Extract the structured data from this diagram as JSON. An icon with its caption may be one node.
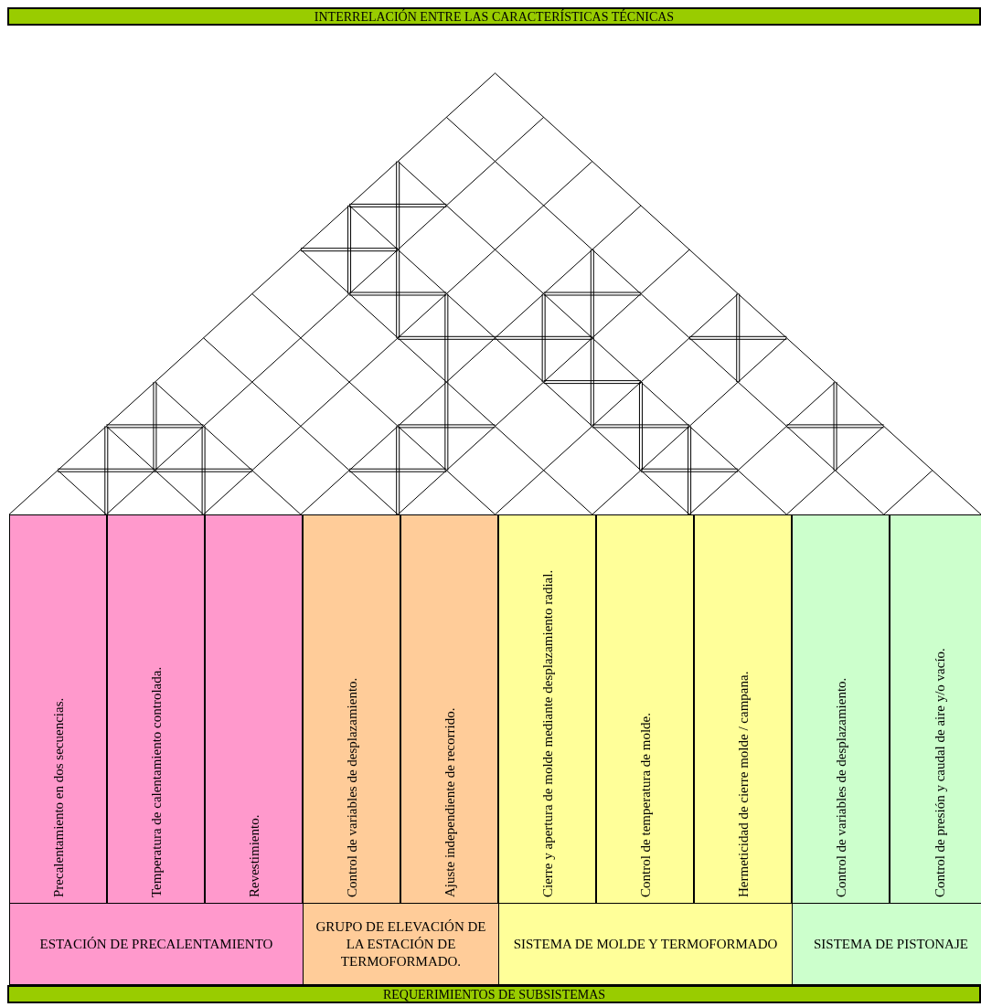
{
  "diagram": {
    "title": "INTERRELACIÓN ENTRE LAS CARACTERÍSTICAS TÉCNICAS",
    "caption": "REQUERIMIENTOS DE SUBSISTEMAS",
    "nodes": [
      {
        "text": [
          "Precalentamiento en dos secuencias."
        ]
      },
      {
        "text": [
          "Temperatura de calentamiento controlada."
        ]
      },
      {
        "text": [
          "Revestimiento."
        ]
      },
      {
        "text": [
          "Control de variables de desplazamiento."
        ]
      },
      {
        "text": [
          "Ajuste independiente de recorrido."
        ]
      },
      {
        "text": [
          "Cierre y apertura de molde mediante desplazamiento radial."
        ]
      },
      {
        "text": [
          "Control de temperatura de molde."
        ]
      },
      {
        "text": [
          "Hermeticidad de cierre molde / campana."
        ]
      },
      {
        "text": [
          "Control de variables de desplazamiento."
        ]
      },
      {
        "text": [
          "Control de presión y caudal de aire y/o vacío."
        ]
      },
      {
        "text": [
          "ESTACIÓN DE PRECALENTAMIENTO"
        ]
      },
      {
        "text": [
          "GRUPO DE ELEVACIÓN DE LA ESTACIÓN DE TERMOFORMADO."
        ]
      },
      {
        "text": [
          "SISTEMA DE MOLDE Y TERMOFORMADO"
        ]
      },
      {
        "text": [
          "SISTEMA DE PISTONAJE"
        ]
      }
    ]
  }
}
